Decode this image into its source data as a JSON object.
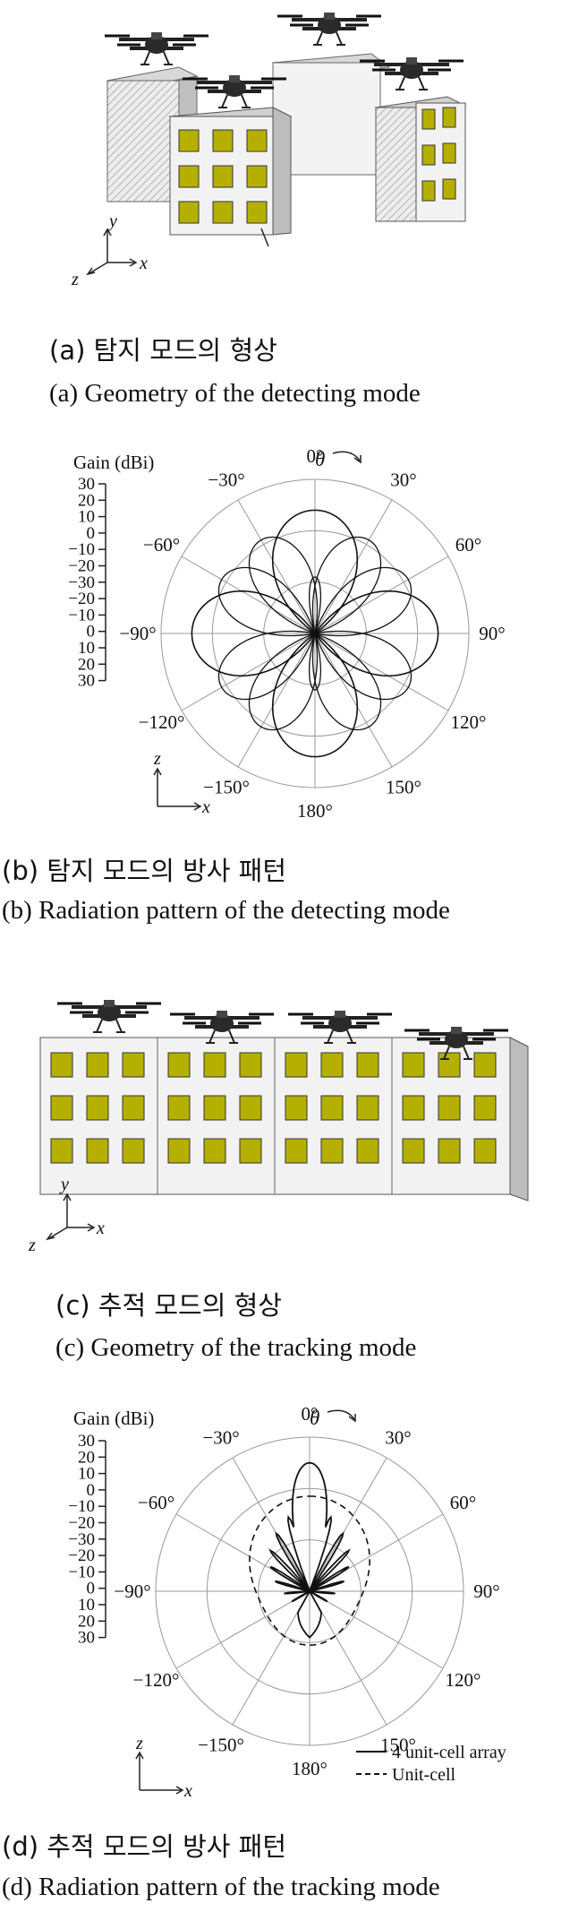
{
  "figure": {
    "panel_a": {
      "caption_ko": "(a) 탐지 모드의 형상",
      "caption_en": "(a) Geometry of the detecting mode",
      "axes": {
        "x": "x",
        "y": "y",
        "z": "z"
      }
    },
    "panel_b": {
      "caption_ko": "(b) 탐지 모드의 방사 패턴",
      "caption_en": "(b) Radiation pattern of the detecting mode",
      "gain_label": "Gain (dBi)",
      "gain_ticks": [
        "30",
        "20",
        "10",
        "0",
        "−10",
        "−20",
        "−30",
        "−20",
        "−10",
        "0",
        "10",
        "20",
        "30"
      ],
      "theta_label": "θ",
      "angle_labels": [
        "0°",
        "30°",
        "60°",
        "90°",
        "120°",
        "150°",
        "180°",
        "−150°",
        "−120°",
        "−90°",
        "−60°",
        "−30°"
      ],
      "axes": {
        "x": "x",
        "z": "z"
      }
    },
    "panel_c": {
      "caption_ko": "(c) 추적 모드의 형상",
      "caption_en": "(c) Geometry of the tracking mode",
      "axes": {
        "x": "x",
        "y": "y",
        "z": "z"
      }
    },
    "panel_d": {
      "caption_ko": "(d) 추적 모드의 방사 패턴",
      "caption_en": "(d) Radiation pattern of the tracking mode",
      "gain_label": "Gain (dBi)",
      "gain_ticks": [
        "30",
        "20",
        "10",
        "0",
        "−10",
        "−20",
        "−30",
        "−20",
        "−10",
        "0",
        "10",
        "20",
        "30"
      ],
      "theta_label": "θ",
      "angle_labels": [
        "0°",
        "30°",
        "60°",
        "90°",
        "120°",
        "150°",
        "180°",
        "−150°",
        "−120°",
        "−90°",
        "−60°",
        "−30°"
      ],
      "axes": {
        "x": "x",
        "z": "z"
      },
      "legend": [
        "4 unit-cell array",
        "Unit-cell"
      ]
    }
  },
  "colors": {
    "patch": "#b5b000",
    "block_front": "#efefef",
    "block_side": "#c8c8c8",
    "hatch": "#9a9a9a",
    "drone": "#222222"
  },
  "chart_data": [
    {
      "type": "polar",
      "gain_range_dBi": [
        -30,
        30
      ],
      "angular_range_deg": [
        -180,
        180
      ],
      "grid": true,
      "series": [
        {
          "lobes_deg": [
            0,
            180,
            90,
            -90
          ],
          "peak_dBi": 18,
          "shape": "single-beam per direction"
        },
        {
          "lobes_deg": [
            30,
            -30,
            150,
            -150,
            60,
            -60,
            120,
            -120
          ],
          "peak_dBi": 12,
          "shape": "tilted beams"
        }
      ]
    },
    {
      "type": "polar",
      "gain_range_dBi": [
        -30,
        30
      ],
      "angular_range_deg": [
        -180,
        180
      ],
      "grid": true,
      "legend_position": "bottom-right",
      "series": [
        {
          "name": "4 unit-cell array",
          "main_lobe_deg": 0,
          "peak_dBi": 20,
          "side_lobe_peak_dBi": 0,
          "style": "solid"
        },
        {
          "name": "Unit-cell",
          "main_lobe_deg": 0,
          "peak_dBi": 7,
          "style": "dashed"
        }
      ]
    }
  ]
}
